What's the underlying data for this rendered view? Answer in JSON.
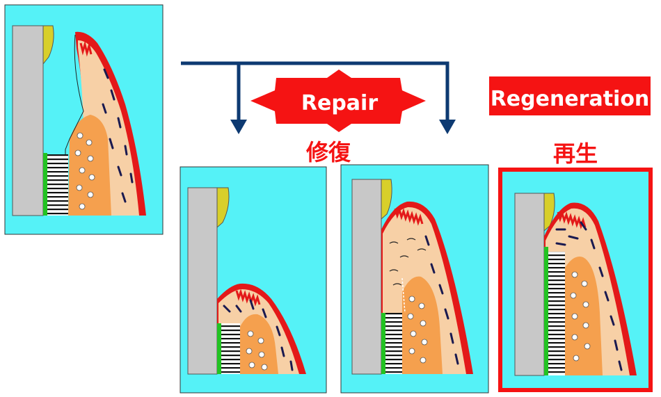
{
  "labels": {
    "repair_en": "Repair",
    "repair_jp": "修復",
    "regeneration_en": "Regeneration",
    "regeneration_jp": "再生"
  },
  "colors": {
    "background": "#55f2f7",
    "tooth": "#c8c8c8",
    "enamel": "#d8cf2a",
    "epithelium": "#e31919",
    "connective_tissue": "#f7d0a6",
    "bone": "#f5a04e",
    "cementum": "#22c322",
    "arrow": "#0d3a72",
    "label_red": "#f51313"
  }
}
